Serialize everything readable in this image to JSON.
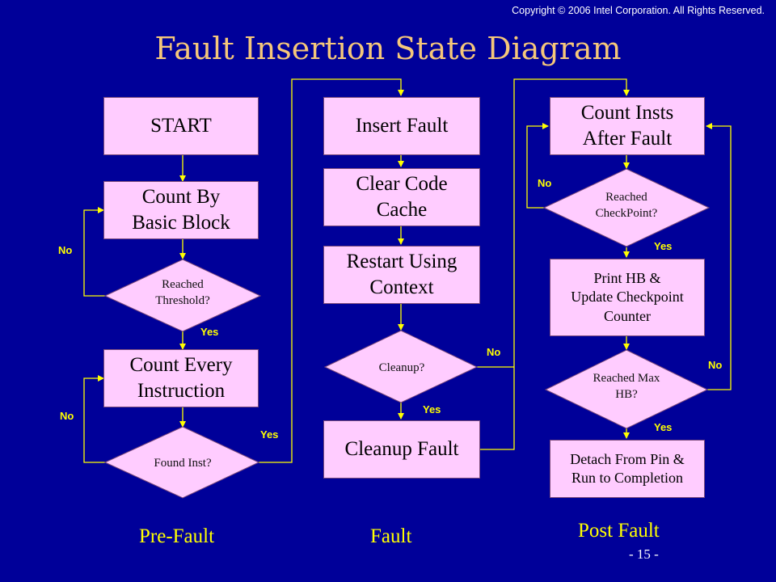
{
  "header": {
    "copyright": "Copyright © 2006  Intel Corporation.  All Rights Reserved.",
    "title": "Fault Insertion State Diagram"
  },
  "nodes": {
    "start": "START",
    "count_bb": "Count By\nBasic Block",
    "reached_threshold": "Reached\nThreshold?",
    "count_every": "Count Every\nInstruction",
    "found_inst": "Found Inst?",
    "insert_fault": "Insert Fault",
    "clear_cache": "Clear Code\nCache",
    "restart_ctx": "Restart Using\nContext",
    "cleanup_q": "Cleanup?",
    "cleanup_fault": "Cleanup Fault",
    "count_insts": "Count Insts\nAfter Fault",
    "reached_cp": "Reached\nCheckPoint?",
    "print_hb": "Print HB &\nUpdate Checkpoint\nCounter",
    "reached_max": "Reached Max\nHB?",
    "detach": "Detach From Pin &\nRun to Completion"
  },
  "edge_labels": {
    "no_threshold": "No",
    "yes_threshold": "Yes",
    "no_found": "No",
    "yes_found": "Yes",
    "no_cleanup": "No",
    "yes_cleanup": "Yes",
    "no_checkpoint": "No",
    "yes_checkpoint": "Yes",
    "no_max": "No",
    "yes_max": "Yes"
  },
  "sections": {
    "pre_fault": "Pre-Fault",
    "fault": "Fault",
    "post_fault": "Post Fault"
  },
  "footer": {
    "page_number": "- 15 -"
  },
  "colors": {
    "background": "#000099",
    "node_fill": "#ffccff",
    "connector": "#ffff00",
    "title": "#f5c77a"
  }
}
